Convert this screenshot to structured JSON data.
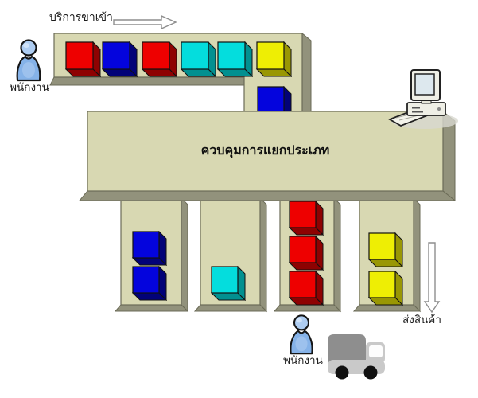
{
  "diagram": {
    "incoming_label": "บริการขาเข้า",
    "control_label": "ควบคุมการแยกประเภท",
    "dispatch_label": "ส่งสินค้า",
    "staff_label_top": "พนักงาน",
    "staff_label_bottom": "พนักงาน"
  },
  "icons": {
    "staff": "person-icon",
    "control_station": "desktop-computer-icon",
    "delivery": "truck-icon",
    "inbound_flow": "right-arrow-icon",
    "outbound_flow": "down-arrow-icon"
  },
  "palette": {
    "belt_face": "#d8d8b2",
    "belt_side": "#92927c",
    "belt_outline": "#6b6b57",
    "red": "#ee0000",
    "red_dark": "#8e0202",
    "blue": "#0404dd",
    "blue_dark": "#020278",
    "cyan": "#04dddd",
    "cyan_dark": "#029090",
    "yellow": "#eeee04",
    "yellow_dark": "#999704"
  },
  "incoming_belt_boxes": [
    "red",
    "blue",
    "red",
    "cyan",
    "cyan",
    "yellow"
  ],
  "connector_boxes": [
    "blue"
  ],
  "sorting_lanes": [
    {
      "id": "lane-1",
      "boxes": [
        "blue",
        "blue"
      ]
    },
    {
      "id": "lane-2",
      "boxes": [
        "cyan"
      ]
    },
    {
      "id": "lane-3",
      "boxes": [
        "red",
        "red",
        "red"
      ]
    },
    {
      "id": "lane-4",
      "boxes": [
        "yellow",
        "yellow"
      ]
    }
  ]
}
